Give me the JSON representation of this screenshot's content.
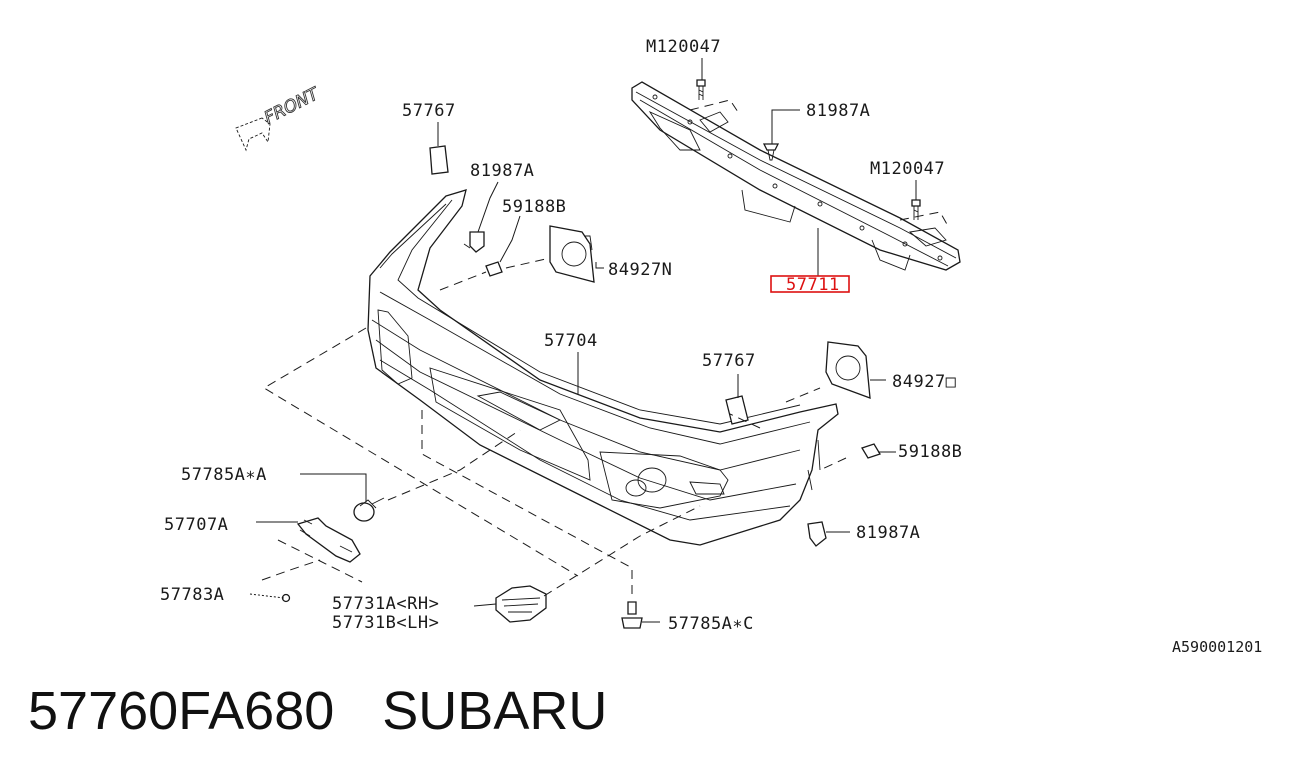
{
  "diagram": {
    "front_label": "FRONT",
    "reference_code": "A590001201",
    "selected_callout": "57711",
    "callouts": {
      "m120047_top": "M120047",
      "c81987a_top": "81987A",
      "m120047_right": "M120047",
      "c57767_left": "57767",
      "c81987a_left": "81987A",
      "c59188b_left": "59188B",
      "c84927n": "84927N",
      "c57704": "57704",
      "c57767_right": "57767",
      "c84927o": "84927□",
      "c59188b_right": "59188B",
      "c81987a_right": "81987A",
      "c57785a_a": "57785A∗A",
      "c57707a": "57707A",
      "c57783a": "57783A",
      "c57731a": "57731A<RH>",
      "c57731b": "57731B<LH>",
      "c57785a_c": "57785A∗C"
    },
    "highlight_color": "#dd1111"
  },
  "caption": {
    "part_number": "57760FA680",
    "brand": "SUBARU"
  }
}
